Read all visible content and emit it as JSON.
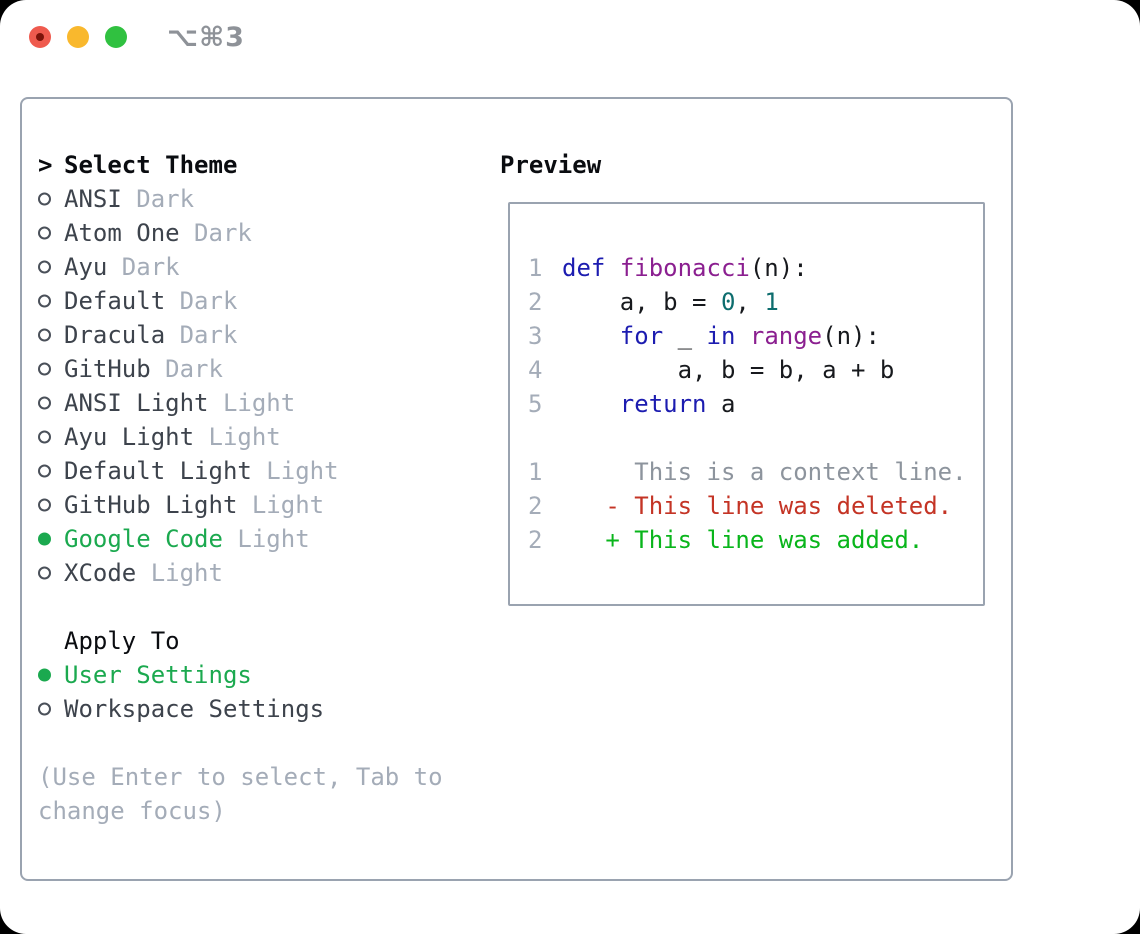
{
  "titlebar": {
    "title": "⌥⌘3"
  },
  "colors": {
    "titlebar_text": "#8e9298",
    "traffic_red": "#ef5a4e",
    "traffic_red_dot": "#7c130a",
    "traffic_yellow": "#f9b82d",
    "traffic_green": "#30c140",
    "panel_border": "#9aa3b0",
    "heading_text": "#0a0c10",
    "item_text": "#3d434c",
    "muted_text": "#a4acb8",
    "selected_green": "#1ba94f",
    "radio_ring": "#4a5059",
    "code_keyword": "#1c1cb0",
    "code_function": "#8b1f90",
    "code_number": "#0d6d6e",
    "code_plain": "#17191d",
    "line_number": "#a4acb8",
    "diff_context": "#8d949d",
    "diff_deleted": "#c43425",
    "diff_added": "#09b51b"
  },
  "window": {
    "menu": {
      "header_marker": ">",
      "header": "Select Theme",
      "items": [
        {
          "name": "ANSI",
          "variant": "Dark",
          "selected": false
        },
        {
          "name": "Atom One",
          "variant": "Dark",
          "selected": false
        },
        {
          "name": "Ayu",
          "variant": "Dark",
          "selected": false
        },
        {
          "name": "Default",
          "variant": "Dark",
          "selected": false
        },
        {
          "name": "Dracula",
          "variant": "Dark",
          "selected": false
        },
        {
          "name": "GitHub",
          "variant": "Dark",
          "selected": false
        },
        {
          "name": "ANSI Light",
          "variant": "Light",
          "selected": false
        },
        {
          "name": "Ayu Light",
          "variant": "Light",
          "selected": false
        },
        {
          "name": "Default Light",
          "variant": "Light",
          "selected": false
        },
        {
          "name": "GitHub Light",
          "variant": "Light",
          "selected": false
        },
        {
          "name": "Google Code",
          "variant": "Light",
          "selected": true
        },
        {
          "name": "XCode",
          "variant": "Light",
          "selected": false
        }
      ],
      "apply_to": {
        "label": "Apply To",
        "options": [
          {
            "name": "User Settings",
            "selected": true
          },
          {
            "name": "Workspace Settings",
            "selected": false
          }
        ]
      },
      "help_lines": [
        "(Use Enter to select, Tab to",
        "change focus)"
      ]
    },
    "preview": {
      "label": "Preview",
      "code_lines": [
        {
          "num": "1",
          "kind": "code",
          "segments": [
            {
              "text": "def",
              "style": "kw"
            },
            {
              "text": " ",
              "style": "pl"
            },
            {
              "text": "fibonacci",
              "style": "fn"
            },
            {
              "text": "(n):",
              "style": "pl"
            }
          ]
        },
        {
          "num": "2",
          "kind": "code",
          "segments": [
            {
              "text": "    a, b = ",
              "style": "pl"
            },
            {
              "text": "0",
              "style": "nm"
            },
            {
              "text": ", ",
              "style": "pl"
            },
            {
              "text": "1",
              "style": "nm"
            }
          ]
        },
        {
          "num": "3",
          "kind": "code",
          "segments": [
            {
              "text": "    ",
              "style": "pl"
            },
            {
              "text": "for",
              "style": "kw"
            },
            {
              "text": " _ ",
              "style": "pl"
            },
            {
              "text": "in",
              "style": "kw"
            },
            {
              "text": " ",
              "style": "pl"
            },
            {
              "text": "range",
              "style": "fn"
            },
            {
              "text": "(n):",
              "style": "pl"
            }
          ]
        },
        {
          "num": "4",
          "kind": "code",
          "segments": [
            {
              "text": "        a, b = b, a + b",
              "style": "pl"
            }
          ]
        },
        {
          "num": "5",
          "kind": "code",
          "segments": [
            {
              "text": "    ",
              "style": "pl"
            },
            {
              "text": "return",
              "style": "kw"
            },
            {
              "text": " a",
              "style": "pl"
            }
          ]
        },
        {
          "num": "",
          "kind": "blank",
          "segments": []
        },
        {
          "num": "1",
          "kind": "diff-context",
          "segments": [
            {
              "text": "     This is a context line.",
              "style": "ctx"
            }
          ]
        },
        {
          "num": "2",
          "kind": "diff-deleted",
          "segments": [
            {
              "text": "   - This line was deleted.",
              "style": "del"
            }
          ]
        },
        {
          "num": "2",
          "kind": "diff-added",
          "segments": [
            {
              "text": "   + This line was added.",
              "style": "add"
            }
          ]
        }
      ]
    }
  }
}
